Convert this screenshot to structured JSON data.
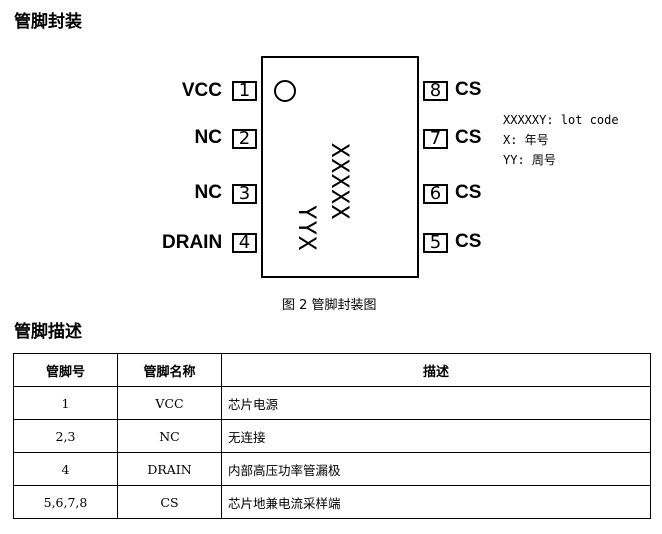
{
  "package_section_title": "管脚封装",
  "description_section_title": "管脚描述",
  "chip": {
    "marking_line1": "YYX",
    "marking_line2": "XXXXX",
    "left_pins": [
      {
        "name": "VCC",
        "number": "1"
      },
      {
        "name": "NC",
        "number": "2"
      },
      {
        "name": "NC",
        "number": "3"
      },
      {
        "name": "DRAIN",
        "number": "4"
      }
    ],
    "right_pins": [
      {
        "name": "CS",
        "number": "8"
      },
      {
        "name": "CS",
        "number": "7"
      },
      {
        "name": "CS",
        "number": "6"
      },
      {
        "name": "CS",
        "number": "5"
      }
    ]
  },
  "legend": [
    "XXXXXY: lot code",
    "X: 年号",
    "YY: 周号"
  ],
  "figure_caption": "图 2 管脚封装图",
  "table": {
    "headers": [
      "管脚号",
      "管脚名称",
      "描述"
    ],
    "rows": [
      [
        "1",
        "VCC",
        "芯片电源"
      ],
      [
        "2,3",
        "NC",
        "无连接"
      ],
      [
        "4",
        "DRAIN",
        "内部高压功率管漏极"
      ],
      [
        "5,6,7,8",
        "CS",
        "芯片地兼电流采样端"
      ]
    ]
  }
}
